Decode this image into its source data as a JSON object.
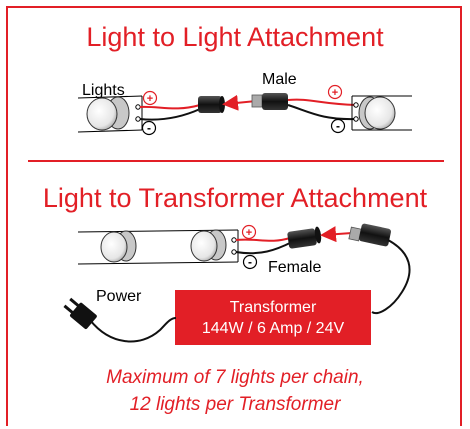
{
  "section1": {
    "title": "Light to Light Attachment",
    "label_lights": "Lights",
    "label_male": "Male"
  },
  "section2": {
    "title": "Light to Transformer Attachment",
    "label_female": "Female",
    "label_power": "Power",
    "transformer_name": "Transformer",
    "transformer_spec": "144W / 6 Amp / 24V"
  },
  "footer": {
    "line1": "Maximum of 7 lights per chain,",
    "line2": "12 lights per Transformer"
  },
  "symbols": {
    "positive": "+",
    "negative": "-"
  },
  "colors": {
    "accent": "#e21f26",
    "wire_black": "#111111",
    "connector": "#222222"
  }
}
